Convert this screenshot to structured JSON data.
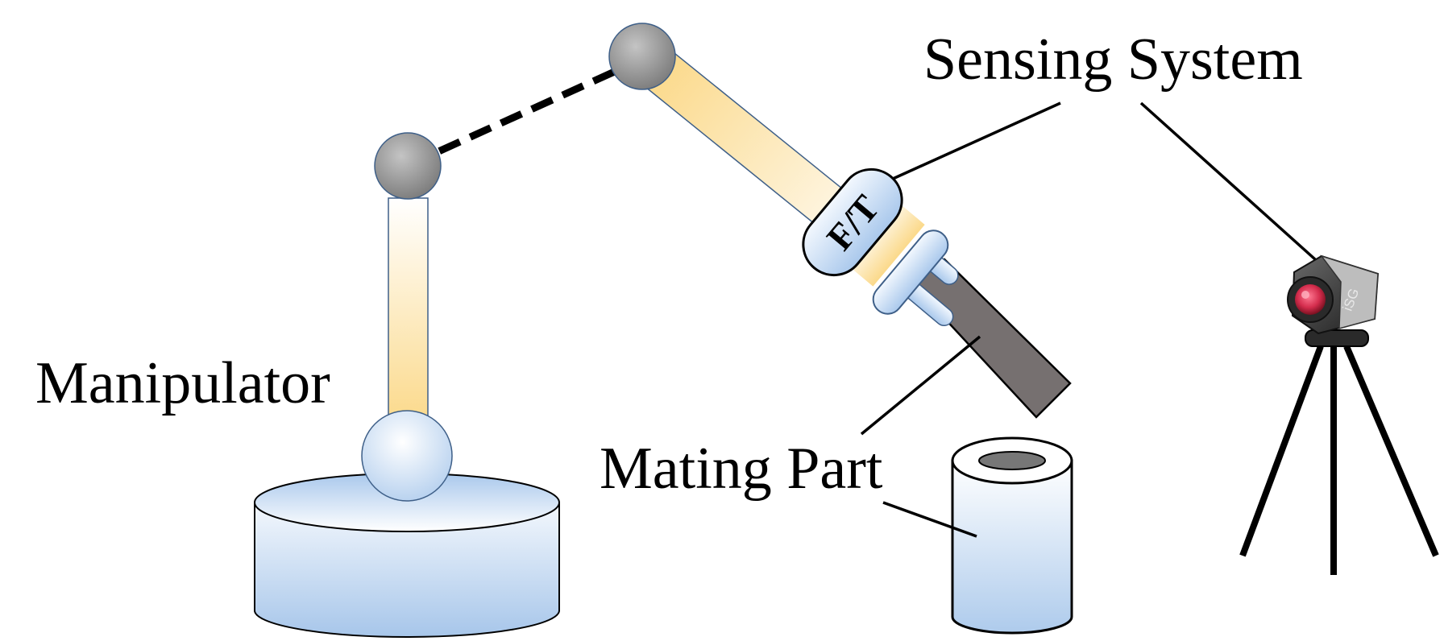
{
  "labels": {
    "sensing_system": "Sensing System",
    "manipulator": "Manipulator",
    "mating_part": "Mating Part",
    "force_torque_sensor": "F/T",
    "camera_brand": "iSG"
  },
  "colors": {
    "link_gold": "#fbdc8c",
    "link_light": "#ffffff",
    "base_blue": "#a9c8ec",
    "base_light": "#f2f7fd",
    "joint_gray": "#8a8a8a",
    "tool_gray": "#767070",
    "camera_lens": "#d42d4d"
  }
}
